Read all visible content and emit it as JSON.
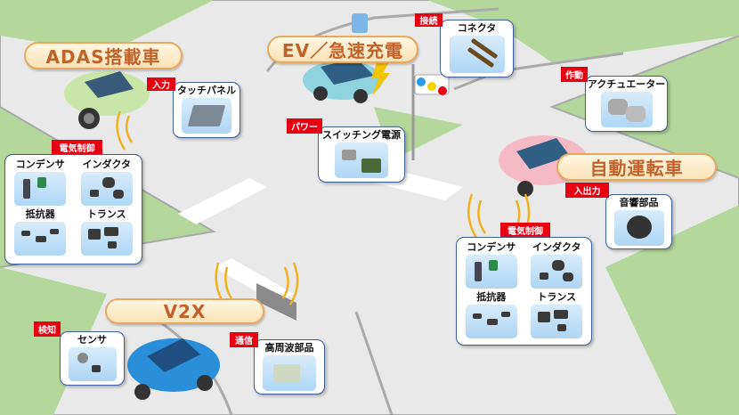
{
  "labels": {
    "adas": "ADAS搭載車",
    "ev": "EV／急速充電",
    "auto": "自動運転車",
    "v2x": "V2X"
  },
  "cards": {
    "touch": {
      "tag": "入力",
      "title": "タッチパネル"
    },
    "connector": {
      "tag": "接続",
      "title": "コネクタ"
    },
    "actuator": {
      "tag": "作動",
      "title": "アクチュエーター"
    },
    "power": {
      "tag": "パワー",
      "title": "スイッチング電源"
    },
    "audio": {
      "tag": "入出力",
      "title": "音響部品"
    },
    "sensor": {
      "tag": "検知",
      "title": "センサ"
    },
    "rf": {
      "tag": "通信",
      "title": "高周波部品"
    },
    "control_left": {
      "tag": "電気制御",
      "items": [
        "コンデンサ",
        "インダクタ",
        "抵抗器",
        "トランス"
      ]
    },
    "control_right": {
      "tag": "電気制御",
      "items": [
        "コンデンサ",
        "インダクタ",
        "抵抗器",
        "トランス"
      ]
    }
  },
  "colors": {
    "tag": "#e60012",
    "label_text": "#c0622a",
    "card_border": "#3d5f9c",
    "grass": "#b4d79c",
    "road": "#e9e9e9"
  }
}
